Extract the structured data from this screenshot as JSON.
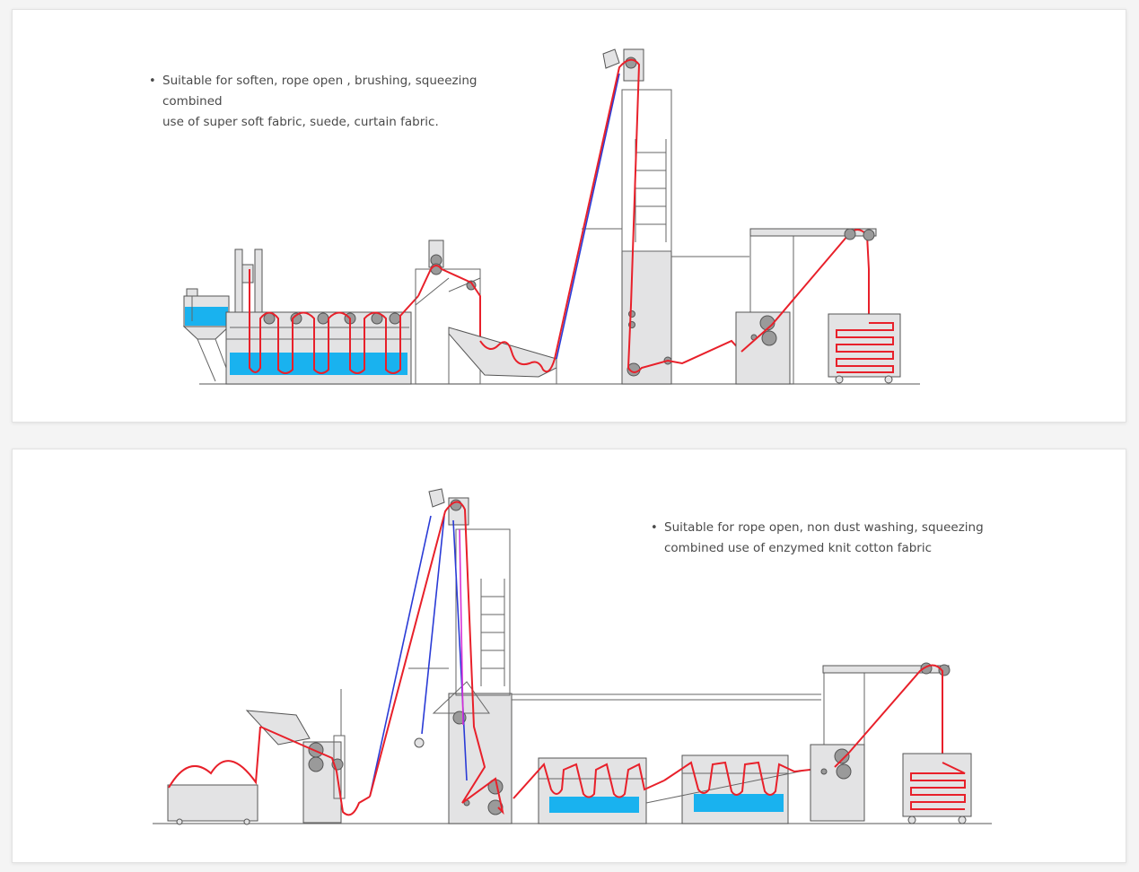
{
  "panel1": {
    "description_line1": "Suitable for soften, rope open , brushing, squeezing combined",
    "description_line2": "use of super soft fabric, suede, curtain fabric."
  },
  "panel2": {
    "description_line1": "Suitable for rope open, non dust washing, squeezing",
    "description_line2": "combined use of enzymed knit cotton fabric"
  },
  "colors": {
    "fabric_path": "#e8202a",
    "secondary_path": "#2a3bd6",
    "magenta_path": "#d630d6",
    "water": "#19b2ef",
    "machine_fill": "#e3e3e4",
    "machine_stroke": "#555555",
    "roller": "#9a9a9a"
  }
}
